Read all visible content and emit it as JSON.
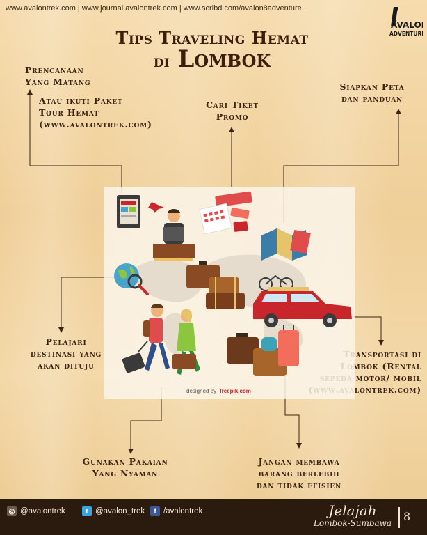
{
  "header": {
    "links": "www.avalontrek.com  |  www.journal.avalontrek.com | www.scribd.com/avalon8adventure",
    "logo_line1": "AVALON",
    "logo_line2": "ADVENTURE"
  },
  "title": {
    "line1": "Tips Traveling Hemat",
    "line2_small": "di",
    "line2_big": "Lombok"
  },
  "tips": {
    "planning_title": [
      "Prencanaan",
      "Yang Matang"
    ],
    "planning_detail": [
      "Atau ikuti Paket",
      "Tour Hemat",
      "(www.avalontrek.com)"
    ],
    "promo_ticket": [
      "Cari Tiket",
      "Promo"
    ],
    "map_guide": [
      "Siapkan Peta",
      "dan panduan"
    ],
    "destination": [
      "Pelajari",
      "destinasi yang",
      "akan dituju"
    ],
    "transport": [
      "Transportasi di",
      "Lombok (Rental",
      "sepeda motor/ mobil",
      "(www.avalontrek.com)"
    ],
    "clothing": [
      "Gunakan Pakaian",
      "Yang Nyaman"
    ],
    "luggage": [
      "Jangan membawa",
      "barang berlebih",
      "dan tidak efisien"
    ]
  },
  "illustration": {
    "credit": "designed by",
    "credit_brand": "freepik.com"
  },
  "footer": {
    "instagram": "@avalontrek",
    "twitter": "@avalon_trek",
    "facebook": "/avalontrek",
    "series_line1": "Jelajah",
    "series_line2": "Lombok-Sumbawa",
    "page_number": "8"
  },
  "colors": {
    "background": "#f3d8a8",
    "text": "#3b2413",
    "footer": "#2b1a0e",
    "car": "#c8262b",
    "luggage": "#8a4b24"
  }
}
